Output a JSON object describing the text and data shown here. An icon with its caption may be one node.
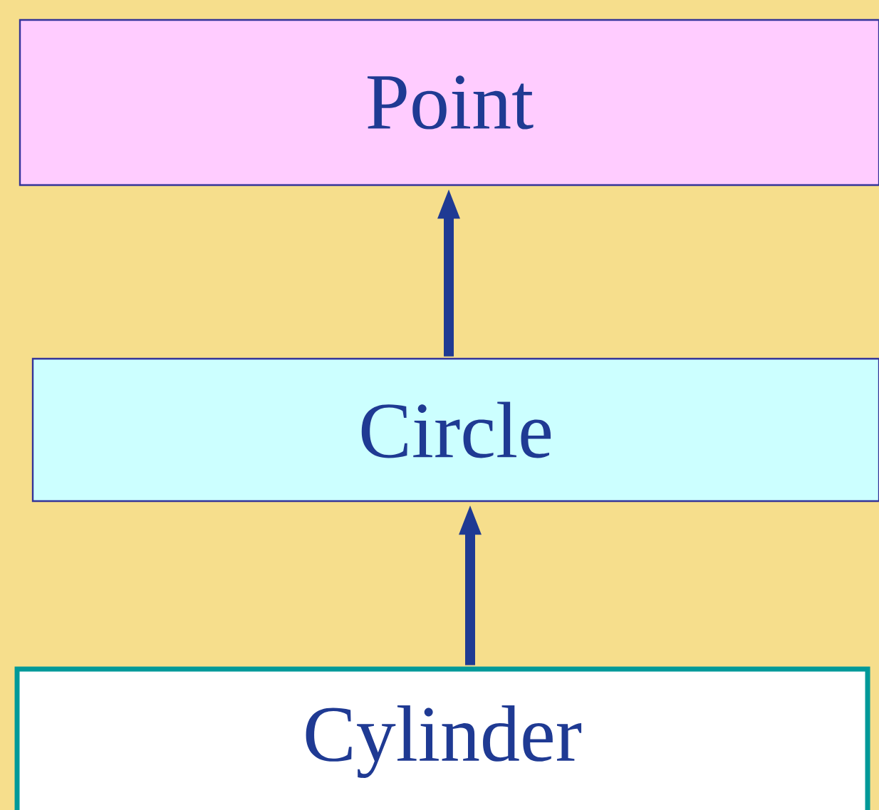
{
  "diagram": {
    "nodes": [
      {
        "text": [
          "Point"
        ]
      },
      {
        "text": [
          "Circle"
        ]
      },
      {
        "text": [
          "Cylinder"
        ]
      }
    ],
    "edges": [
      {
        "from": 1,
        "to": 0,
        "arrow": "to"
      },
      {
        "from": 2,
        "to": 1,
        "arrow": "to"
      }
    ]
  }
}
